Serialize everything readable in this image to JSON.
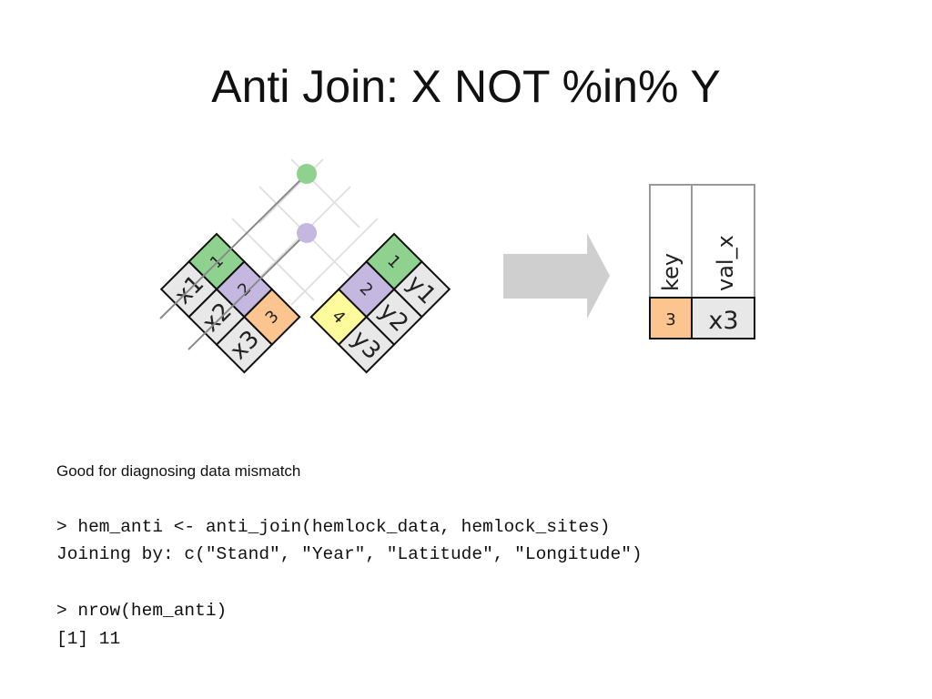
{
  "slide": {
    "title": "Anti Join: X NOT %in% Y",
    "note": "Good for diagnosing data mismatch",
    "code_lines": [
      "> hem_anti <- anti_join(hemlock_data, hemlock_sites)",
      "Joining by: c(\"Stand\", \"Year\", \"Latitude\", \"Longitude\")",
      "> nrow(hem_anti)",
      "[1] 11"
    ]
  },
  "diagram": {
    "x_table": {
      "keys": [
        "1",
        "2",
        "3"
      ],
      "values": [
        "x1",
        "x2",
        "x3"
      ]
    },
    "y_table": {
      "keys": [
        "1",
        "2",
        "4"
      ],
      "values": [
        "y1",
        "y2",
        "y3"
      ]
    },
    "result": {
      "headers": [
        "key",
        "val_x"
      ],
      "row": [
        "3",
        "x3"
      ]
    },
    "colors": {
      "green": "#8fd18f",
      "purple": "#c5b8e0",
      "orange": "#fcc48e",
      "yellow": "#fdfb9c",
      "grey": "#e8e8e8",
      "arrow": "#cfcfcf"
    }
  }
}
